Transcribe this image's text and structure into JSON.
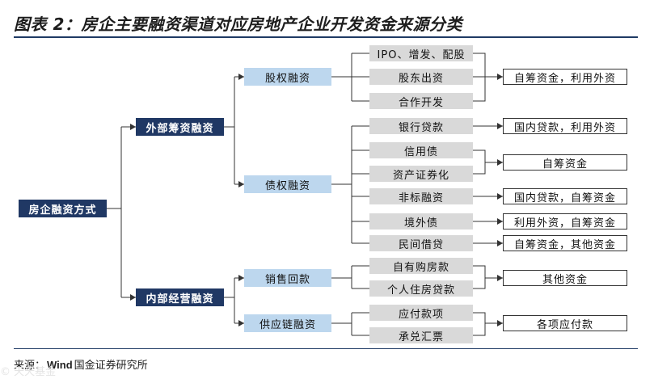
{
  "title": "图表 2：房企主要融资渠道对应房地产企业开发资金来源分类",
  "source_label": "来源：",
  "source_wind": "Wind",
  "source_org": "国金证券研究所",
  "watermark": "© 天天基金",
  "root": "房企融资方式",
  "level1": [
    "外部筹资融资",
    "内部经营融资"
  ],
  "level2": [
    "股权融资",
    "债权融资",
    "销售回款",
    "供应链融资"
  ],
  "instruments": [
    "IPO、增发、配股",
    "股东出资",
    "合作开发",
    "银行贷款",
    "信用债",
    "资产证券化",
    "非标融资",
    "境外债",
    "民间借贷",
    "自有购房款",
    "个人住房贷款",
    "应付款项",
    "承兑汇票"
  ],
  "outcomes": [
    "自筹资金，利用外资",
    "国内贷款，利用外资",
    "自筹资金",
    "国内贷款，自筹资金",
    "利用外资，自筹资金",
    "自筹资金，其他资金",
    "其他资金",
    "各项应付款"
  ]
}
